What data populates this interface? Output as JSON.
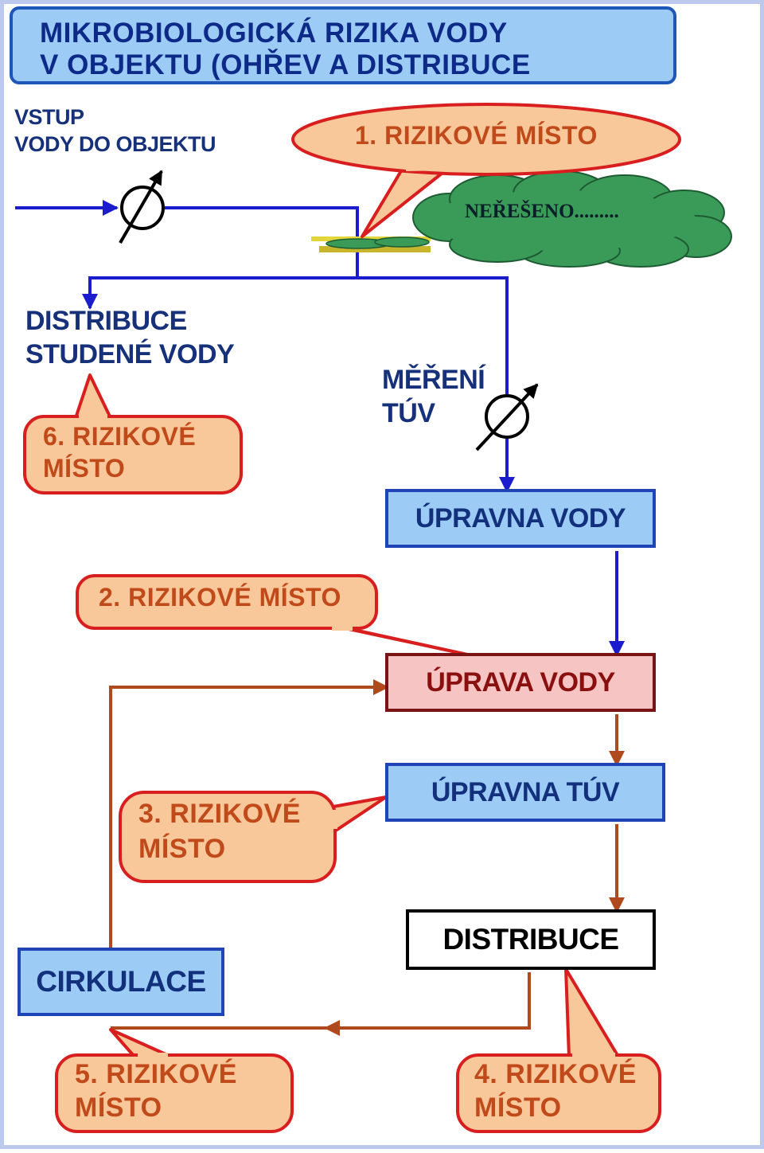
{
  "title": {
    "line1": "MIKROBIOLOGICKÁ RIZIKA VODY",
    "line2": "V OBJEKTU (OHŘEV A DISTRIBUCE"
  },
  "labels": {
    "inlet_line1": "VSTUP",
    "inlet_line2": "VODY DO OBJEKTU",
    "cold_line1": "DISTRIBUCE",
    "cold_line2": "STUDENÉ VODY",
    "measure_line1": "MĚŘENÍ",
    "measure_line2": "TÚV"
  },
  "cloud": {
    "text": "NEŘEŠENO........."
  },
  "boxes": {
    "upravna_vody": "ÚPRAVNA VODY",
    "uprava_vody": "ÚPRAVA VODY",
    "upravna_tuv": "ÚPRAVNA TÚV",
    "distribuce": "DISTRIBUCE",
    "cirkulace": "CIRKULACE"
  },
  "risks": {
    "r1": "1. RIZIKOVÉ MÍSTO",
    "r2": "2. RIZIKOVÉ MÍSTO",
    "r3_line1": "3. RIZIKOVÉ",
    "r3_line2": "MÍSTO",
    "r4_line1": "4. RIZIKOVÉ",
    "r4_line2": "MÍSTO",
    "r5_line1": "5. RIZIKOVÉ",
    "r5_line2": "MÍSTO",
    "r6_line1": "6. RIZIKOVÉ",
    "r6_line2": "MÍSTO"
  },
  "colors": {
    "flow_blue": "#1c1ccf",
    "flow_brown": "#b04a1c",
    "bubble_fill": "#f8c79a",
    "bubble_stroke": "#d81e1e",
    "cloud_fill": "#3a9a57",
    "box_blue": "#9ccbf6",
    "box_pink": "#f7c4c4",
    "title_bg": "#9ccbf6"
  }
}
